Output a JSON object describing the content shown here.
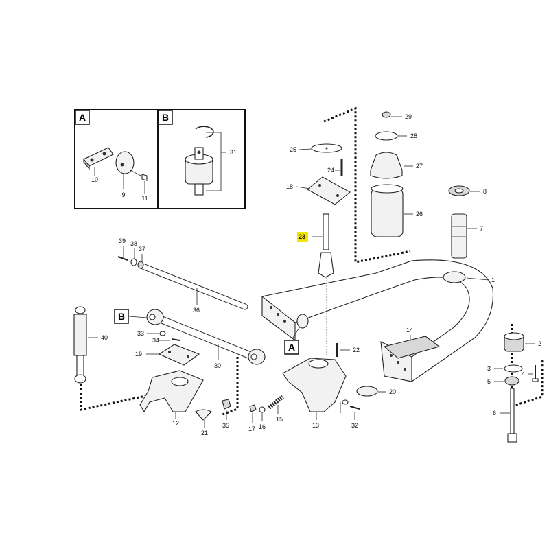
{
  "insets": [
    {
      "letter": "A",
      "parts": [
        "10",
        "9",
        "11"
      ]
    },
    {
      "letter": "B",
      "parts": [
        "31"
      ]
    }
  ],
  "callouts": {
    "A": "A",
    "B": "B"
  },
  "highlight": {
    "part": "23",
    "color": "#f2e600"
  },
  "labels": {
    "p1": "1",
    "p2": "2",
    "p3": "3",
    "p4": "4",
    "p5": "5",
    "p6": "6",
    "p7": "7",
    "p8": "8",
    "p9": "9",
    "p10": "10",
    "p11": "11",
    "p12": "12",
    "p13": "13",
    "p14": "14",
    "p15": "15",
    "p16": "16",
    "p17": "17",
    "p18": "18",
    "p19": "19",
    "p20": "20",
    "p21": "21",
    "p22": "22",
    "p23": "23",
    "p24": "24",
    "p25": "25",
    "p26": "26",
    "p27": "27",
    "p28": "28",
    "p29": "29",
    "p30": "30",
    "p31": "31",
    "p32": "32",
    "p33": "33",
    "p34": "34",
    "p35": "35",
    "p36": "36",
    "p37": "37",
    "p38": "38",
    "p39": "39",
    "p40": "40"
  }
}
